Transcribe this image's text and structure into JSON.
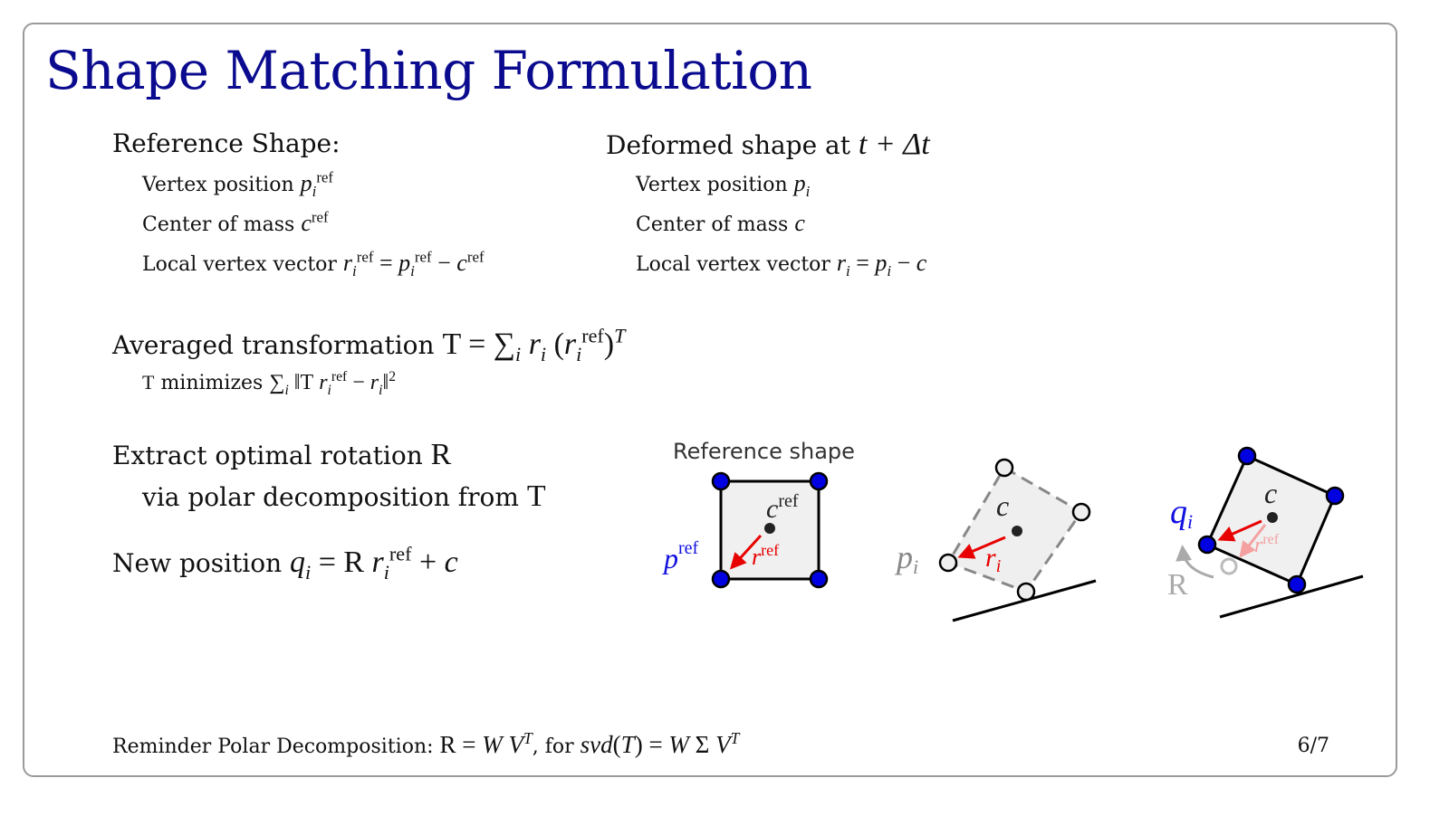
{
  "title": "Shape Matching Formulation",
  "reference": {
    "heading": "Reference Shape:",
    "vertex_label": "Vertex position ",
    "com_label": "Center of mass ",
    "local_label": "Local vertex vector "
  },
  "deformed": {
    "heading": "Deformed shape at ",
    "heading_math": "t + Δt",
    "vertex_label": "Vertex position ",
    "com_label": "Center of mass ",
    "local_label": "Local vertex vector "
  },
  "averaged": {
    "label": "Averaged transformation ",
    "minimizes": " minimizes "
  },
  "extract": {
    "line1": "Extract optimal rotation ",
    "line2": "via polar decomposition from "
  },
  "newpos": {
    "label": "New position "
  },
  "reminder": {
    "label": "Reminder Polar Decomposition: ",
    "for": ", for "
  },
  "diagram": {
    "ref_title": "Reference shape",
    "c_ref": "c",
    "ref": "ref",
    "p": "p",
    "i": "i",
    "r": "r",
    "c": "c",
    "q": "q",
    "R": "R"
  },
  "page": "6/7"
}
